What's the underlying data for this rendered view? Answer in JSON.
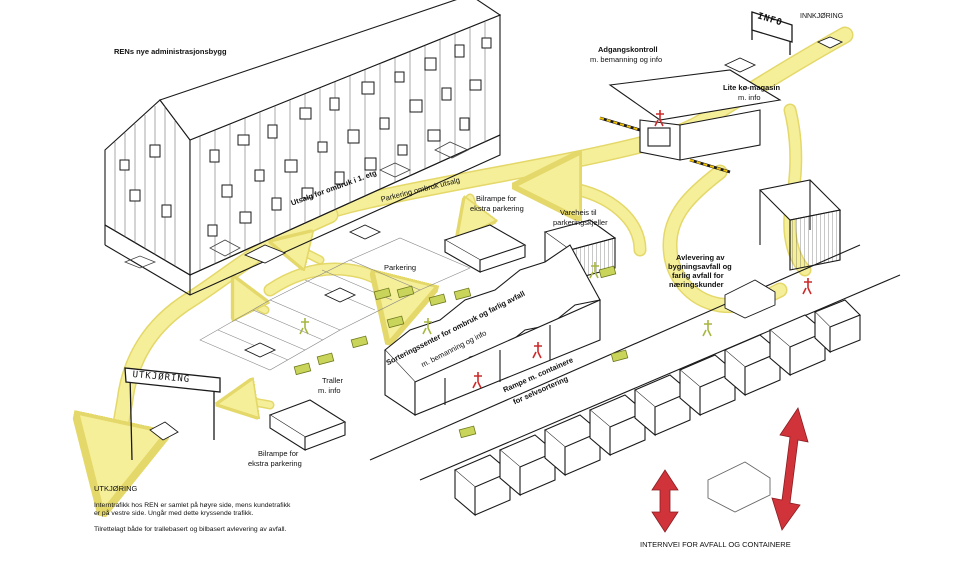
{
  "labels": {
    "admin_building": "RENs nye administrasjonsbygg",
    "access_control_1": "Adgangskontroll",
    "access_control_2": "m. bemanning og info",
    "entry": "INNKJØRING",
    "info_sign": "INFO",
    "small_store_1": "Lite kø-magasin",
    "small_store_2": "m. info",
    "reuse_exhibit": "Utsalg for ombruk i 1. etg",
    "parking_reuse": "Parkering ombruk utsalg",
    "car_ramp_top_1": "Bilrampe for",
    "car_ramp_top_2": "ekstra parkering",
    "goods_lift_1": "Vareheis til",
    "goods_lift_2": "parkeringskjeller",
    "parking": "Parkering",
    "delivery_1": "Avlevering av",
    "delivery_2": "bygningsavfall og",
    "delivery_3": "farlig avfall for",
    "delivery_4": "næringskunder",
    "sorting_1": "Sorteringssenter for ombruk og farlig avfall",
    "sorting_2": "m. bemanning og info",
    "trailer_1": "Traller",
    "trailer_2": "m. info",
    "ramp_containers_1": "Rampe m. containere",
    "ramp_containers_2": "for selvsortering",
    "exit_sign": "UTKJØRING",
    "car_ramp_bottom_1": "Bilrampe for",
    "car_ramp_bottom_2": "ekstra parkering",
    "exit": "UTKJØRING",
    "internal_road": "INTERNVEI FOR AVFALL OG CONTAINERE"
  },
  "notes": {
    "p1": "Interntrafikk hos REN er samlet på høyre side, mens kundetrafikk er på vestre side. Ungår med dette kryssende trafikk.",
    "p2": "Tilrettelagt både for trallebasert og bilbasert avlevering av avfall."
  },
  "colors": {
    "road": "#f6ef9a",
    "road_edge": "#e4d86a",
    "arrow_red": "#d0343a",
    "trailer_green": "#a8b640",
    "person_red": "#cc2a2a",
    "ink": "#1a1a1a"
  }
}
